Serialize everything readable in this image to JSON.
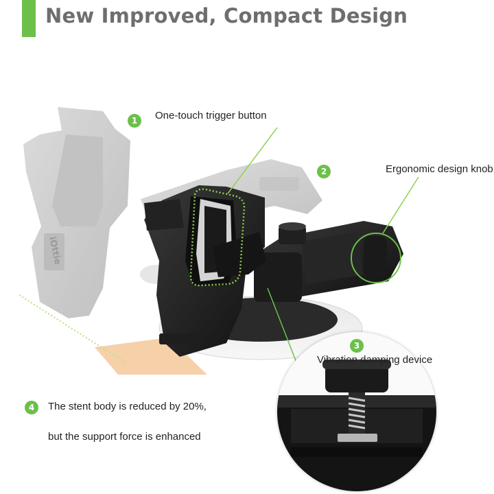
{
  "header": {
    "title": "New Improved, Compact Design",
    "accent_color": "#6cc04a"
  },
  "callouts": [
    {
      "number": "1",
      "text": "One-touch trigger button"
    },
    {
      "number": "2",
      "text": "Ergonomic design knob"
    },
    {
      "number": "3",
      "text": "Vibration damping device"
    },
    {
      "number": "4",
      "text_line1": "The stent body is reduced by 20%,",
      "text_line2": "but the support force is enhanced"
    }
  ],
  "product": {
    "brand_mark": "iOttie",
    "highlight_color": "#f5c89a",
    "body_color": "#1f1f1f",
    "ghost_color": "#cfcfcf"
  }
}
